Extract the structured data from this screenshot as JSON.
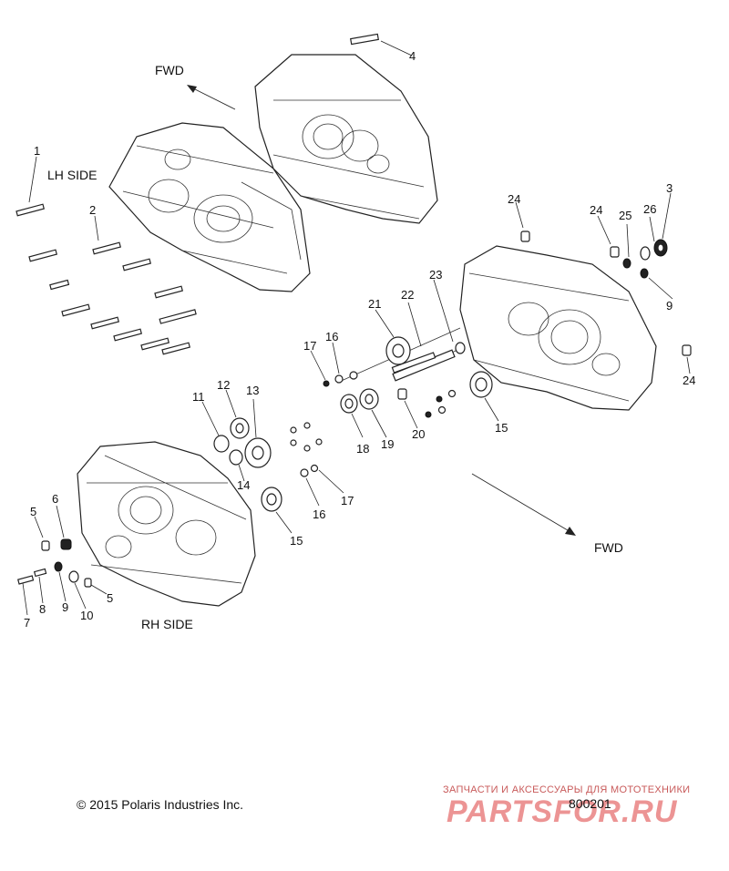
{
  "labels": {
    "fwd_top": "FWD",
    "lh_side": "LH SIDE",
    "fwd_bottom": "FWD",
    "rh_side": "RH SIDE"
  },
  "callouts": {
    "c1": "1",
    "c2": "2",
    "c3": "3",
    "c4": "4",
    "c5a": "5",
    "c5b": "5",
    "c6": "6",
    "c7": "7",
    "c8": "8",
    "c9a": "9",
    "c9b": "9",
    "c10": "10",
    "c11": "11",
    "c12": "12",
    "c13": "13",
    "c14": "14",
    "c15a": "15",
    "c15b": "15",
    "c16a": "16",
    "c16b": "16",
    "c17a": "17",
    "c17b": "17",
    "c18": "18",
    "c19": "19",
    "c20": "20",
    "c21": "21",
    "c22": "22",
    "c23": "23",
    "c24a": "24",
    "c24b": "24",
    "c24c": "24",
    "c25": "25",
    "c26": "26"
  },
  "footer": {
    "copyright": "© 2015 Polaris Industries Inc.",
    "doc_number": "800201"
  },
  "watermark": {
    "tagline": "ЗАПЧАСТИ И АКСЕССУАРЫ ДЛЯ МОТОТЕХНИКИ",
    "brand": "PARTSFOR.RU"
  }
}
